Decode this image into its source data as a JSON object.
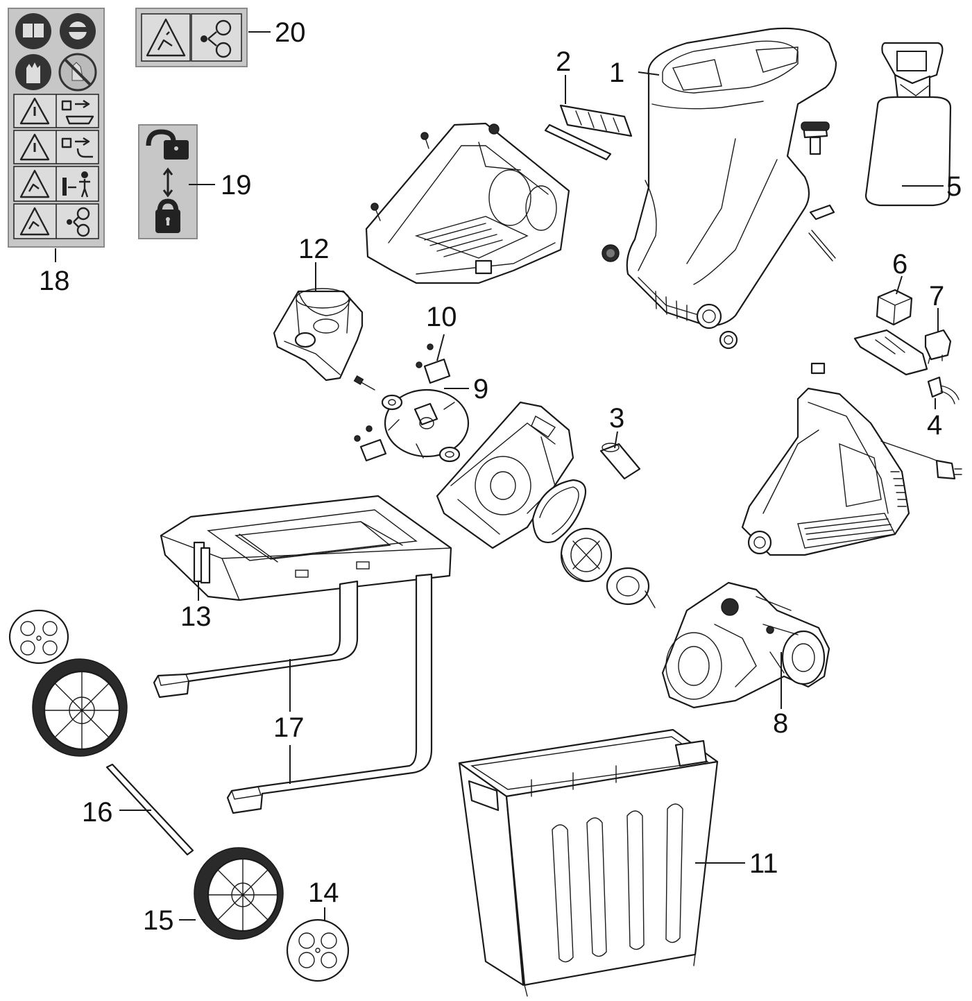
{
  "callouts": [
    {
      "id": "1",
      "label": "1"
    },
    {
      "id": "2",
      "label": "2"
    },
    {
      "id": "3",
      "label": "3"
    },
    {
      "id": "4",
      "label": "4"
    },
    {
      "id": "5",
      "label": "5"
    },
    {
      "id": "6",
      "label": "6"
    },
    {
      "id": "7",
      "label": "7"
    },
    {
      "id": "8",
      "label": "8"
    },
    {
      "id": "9",
      "label": "9"
    },
    {
      "id": "10",
      "label": "10"
    },
    {
      "id": "11",
      "label": "11"
    },
    {
      "id": "12",
      "label": "12"
    },
    {
      "id": "13",
      "label": "13"
    },
    {
      "id": "14",
      "label": "14"
    },
    {
      "id": "15",
      "label": "15"
    },
    {
      "id": "16",
      "label": "16"
    },
    {
      "id": "17a",
      "label": "17"
    },
    {
      "id": "17b",
      "label": "17"
    },
    {
      "id": "18",
      "label": "18"
    },
    {
      "id": "19",
      "label": "19"
    },
    {
      "id": "20",
      "label": "20"
    }
  ],
  "stickers": {
    "safety_label_icons": [
      "manual-icon",
      "face-protection-icon",
      "gloves-icon",
      "no-hands-icon",
      "warning-icon",
      "unplug-icon",
      "warning-icon",
      "unplug-icon",
      "hazard-icon",
      "keep-distance-icon",
      "hazard-icon",
      "rotating-blade-icon"
    ],
    "warning_label_icons": [
      "hazard-icon",
      "rotating-blade-icon"
    ],
    "lock_label_icons": [
      "unlock-icon",
      "arrow-updown-icon",
      "lock-icon"
    ]
  },
  "colors": {
    "line": "#1a1a1a",
    "sticker_bg": "#c7c7c7"
  }
}
